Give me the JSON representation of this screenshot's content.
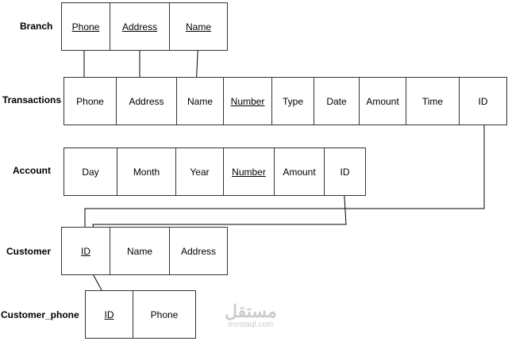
{
  "tables": {
    "branch": {
      "name": "Branch",
      "fields": [
        {
          "label": "Phone",
          "pk": true
        },
        {
          "label": "Address",
          "pk": true
        },
        {
          "label": "Name",
          "pk": true
        }
      ]
    },
    "transactions": {
      "name": "Transactions",
      "fields": [
        {
          "label": "Phone"
        },
        {
          "label": "Address"
        },
        {
          "label": "Name"
        },
        {
          "label": "Number",
          "pk": true
        },
        {
          "label": "Type"
        },
        {
          "label": "Date"
        },
        {
          "label": "Amount"
        },
        {
          "label": "Time"
        },
        {
          "label": "ID"
        }
      ]
    },
    "account": {
      "name": "Account",
      "fields": [
        {
          "label": "Day"
        },
        {
          "label": "Month"
        },
        {
          "label": "Year"
        },
        {
          "label": "Number",
          "pk": true
        },
        {
          "label": "Amount"
        },
        {
          "label": "ID"
        }
      ]
    },
    "customer": {
      "name": "Customer",
      "fields": [
        {
          "label": "ID",
          "pk": true
        },
        {
          "label": "Name"
        },
        {
          "label": "Address"
        }
      ]
    },
    "customer_phone": {
      "name": "Customer_phone",
      "fields": [
        {
          "label": "ID",
          "pk": true
        },
        {
          "label": "Phone"
        }
      ]
    }
  },
  "watermark": {
    "arabic": "مستقل",
    "latin": "mostaql.com"
  }
}
